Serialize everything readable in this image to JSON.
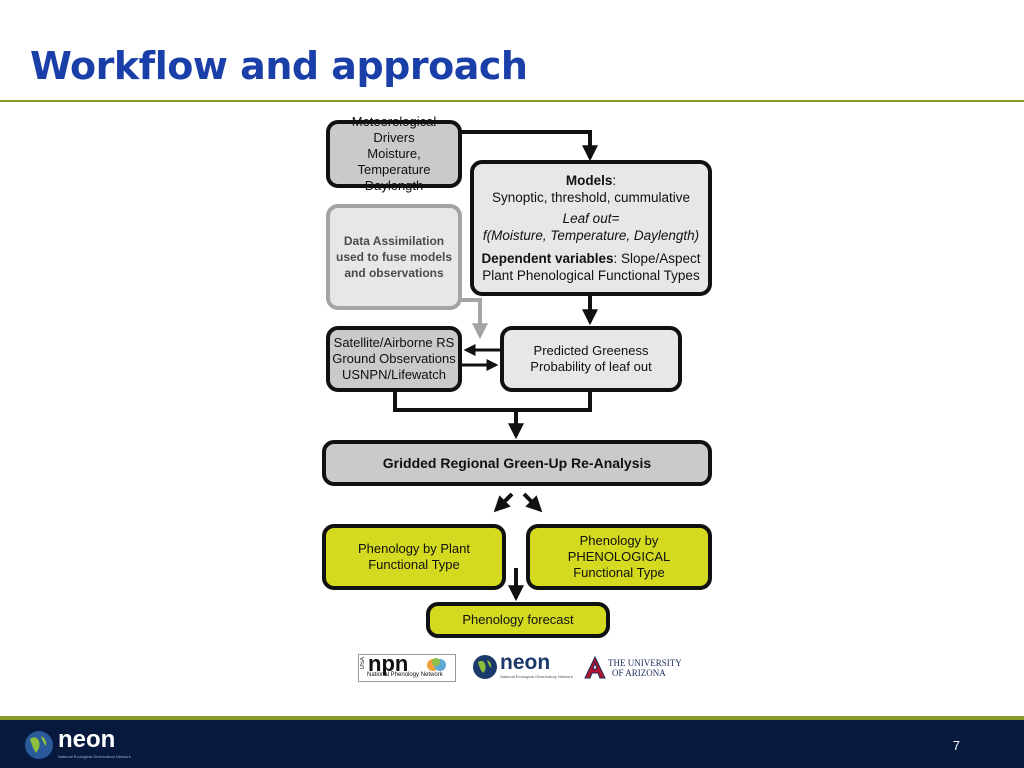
{
  "slide": {
    "title": "Workflow and approach",
    "page_number": "7"
  },
  "boxes": {
    "met_drivers": [
      "Meteorological Drivers",
      "Moisture, Temperature",
      "Daylength"
    ],
    "models": {
      "heading_bold": "Models",
      "heading_rest": ":",
      "line2": "Synoptic, threshold, cummulative",
      "line3": "Leaf out=",
      "line4": "f(Moisture,  Temperature, Daylength)",
      "dep_bold": "Dependent variables",
      "dep_rest": ": Slope/Aspect",
      "line6": "Plant Phenological Functional Types"
    },
    "data_assimilation": [
      "Data Assimilation",
      "used to fuse models",
      "and observations"
    ],
    "observations": [
      "Satellite/Airborne RS",
      "Ground Observations",
      "USNPN/Lifewatch"
    ],
    "predicted": [
      "Predicted Greeness",
      "Probability of leaf out"
    ],
    "gridded": "Gridded Regional Green-Up Re-Analysis",
    "pheno_pft": [
      "Phenology by Plant",
      "Functional Type"
    ],
    "pheno_phenological": [
      "Phenology by",
      "PHENOLOGICAL",
      "Functional Type"
    ],
    "forecast": "Phenology forecast"
  },
  "logos": {
    "npn_usa": "USA",
    "npn_word": "npn",
    "npn_sub": "National Phenology Network",
    "neon_word": "neon",
    "neon_sub": "National Ecological Observatory Network",
    "ua_line1": "THE UNIVERSITY",
    "ua_line2": "OF ARIZONA",
    "footer_neon_word": "neon",
    "footer_neon_sub": "National Ecological Observatory Network"
  },
  "colors": {
    "title_blue": "#1a3fa8",
    "rule_olive": "#8a9a2a",
    "footer_navy": "#071a3e",
    "box_yellow": "#d3da1f",
    "box_grey": "#c9cacc",
    "box_light": "#e6e7e9"
  }
}
